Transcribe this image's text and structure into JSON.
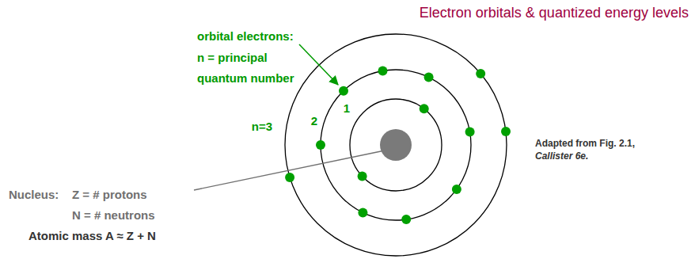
{
  "diagram": {
    "title": "Electron orbitals & quantized energy levels",
    "labels": [
      "orbital electrons:",
      "n = principal",
      "quantum number",
      "n=3",
      "2",
      "1",
      "Adapted from Fig. 2.1,",
      "Callister 6e.",
      "Nucleus:",
      "Z = # protons",
      "N = # neutrons",
      "Atomic mass A ≈ Z + N"
    ]
  }
}
